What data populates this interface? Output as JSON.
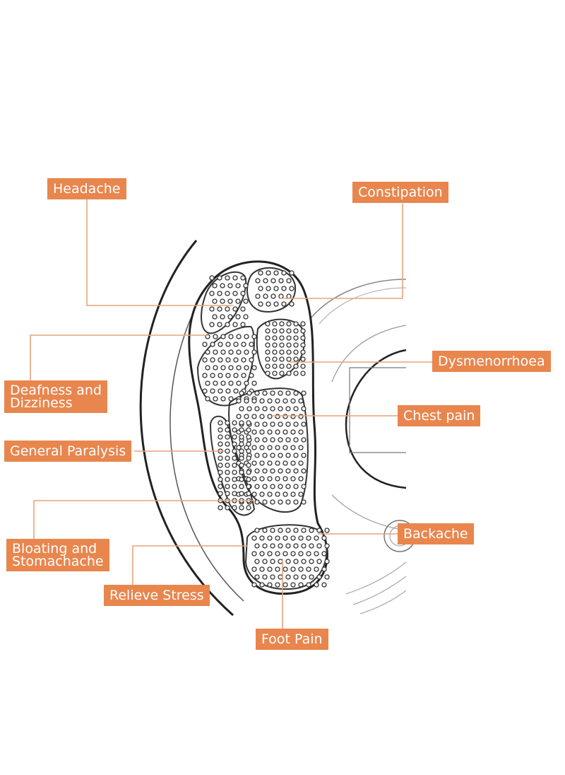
{
  "colors": {
    "label_bg": "#e8864e",
    "label_text": "#ffffff",
    "leader": "#e8a37a",
    "sketch": "#333333"
  },
  "labels": {
    "headache": "Headache",
    "constipation": "Constipation",
    "dysmenorrhoea": "Dysmenorrhoea",
    "deafness_line1": "Deafness and",
    "deafness_line2": "Dizziness",
    "chest_pain": "Chest pain",
    "general_paralysis": "General Paralysis",
    "bloating_line1": "Bloating and",
    "bloating_line2": "Stomachache",
    "backache": "Backache",
    "relieve_stress": "Relieve Stress",
    "foot_pain": "Foot Pain"
  }
}
